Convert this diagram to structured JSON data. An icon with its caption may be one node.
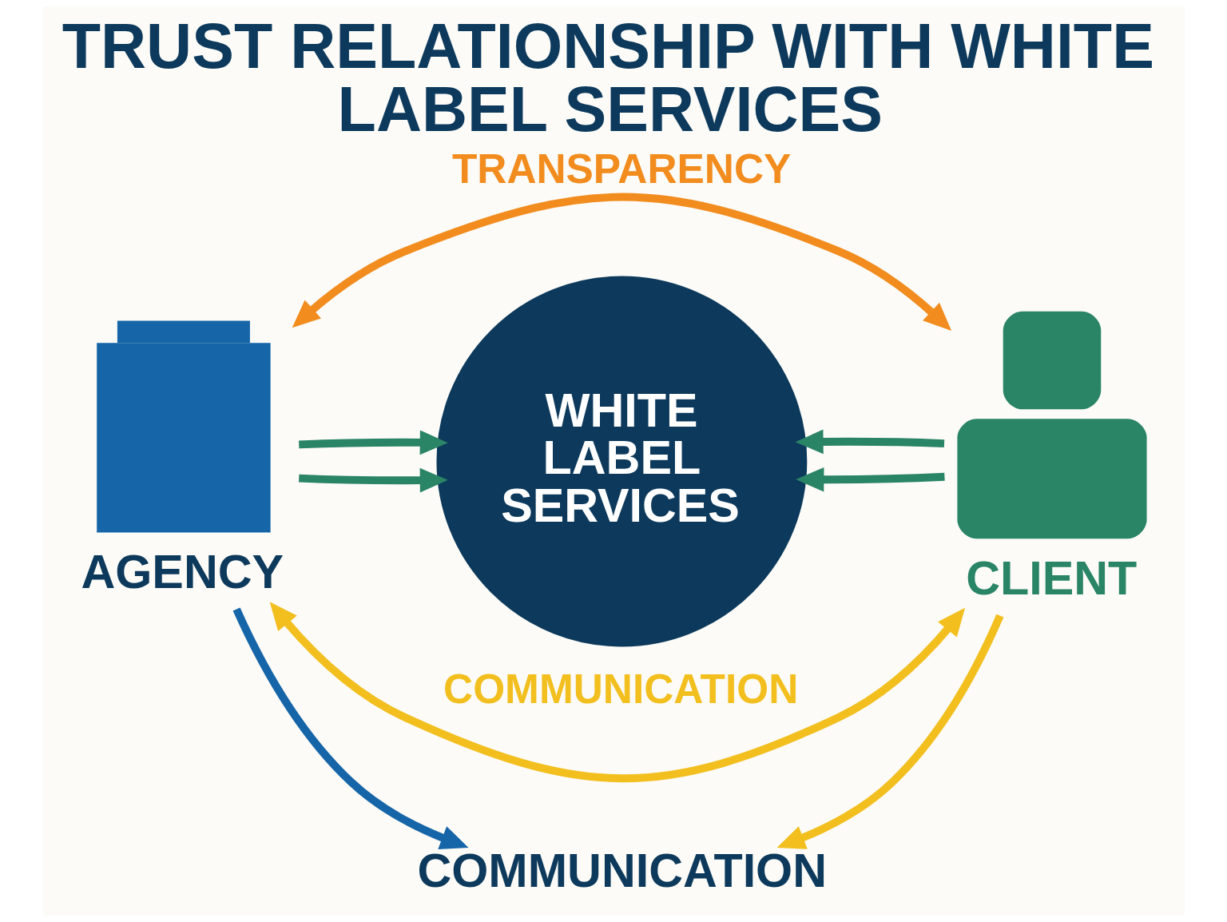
{
  "diagram": {
    "title": "TRUST RELATIONSHIP WITH WHITE LABEL SERVICES",
    "nodes": [
      {
        "text": [
          "AGENCY"
        ]
      },
      {
        "text": [
          "WHITE LABEL SERVICES"
        ]
      },
      {
        "text": [
          "CLIENT"
        ]
      },
      {
        "text": [
          "COMMUNICATION"
        ]
      }
    ],
    "edges": [
      {
        "from": 0,
        "to": 2,
        "arrow": "both",
        "label": "TRANSPARENCY",
        "color": "#f28c1e"
      },
      {
        "from": 0,
        "to": 1,
        "arrow": "to"
      },
      {
        "from": 0,
        "to": 1,
        "arrow": "to"
      },
      {
        "from": 2,
        "to": 1,
        "arrow": "to"
      },
      {
        "from": 2,
        "to": 1,
        "arrow": "to"
      },
      {
        "from": 0,
        "to": 2,
        "arrow": "both",
        "label": "COMMUNICATION",
        "color": "#f2bf1f"
      },
      {
        "from": 0,
        "to": 3,
        "arrow": "to",
        "color": "#1565a8"
      },
      {
        "from": 2,
        "to": 3,
        "arrow": "to",
        "color": "#f2bf1f"
      }
    ]
  }
}
